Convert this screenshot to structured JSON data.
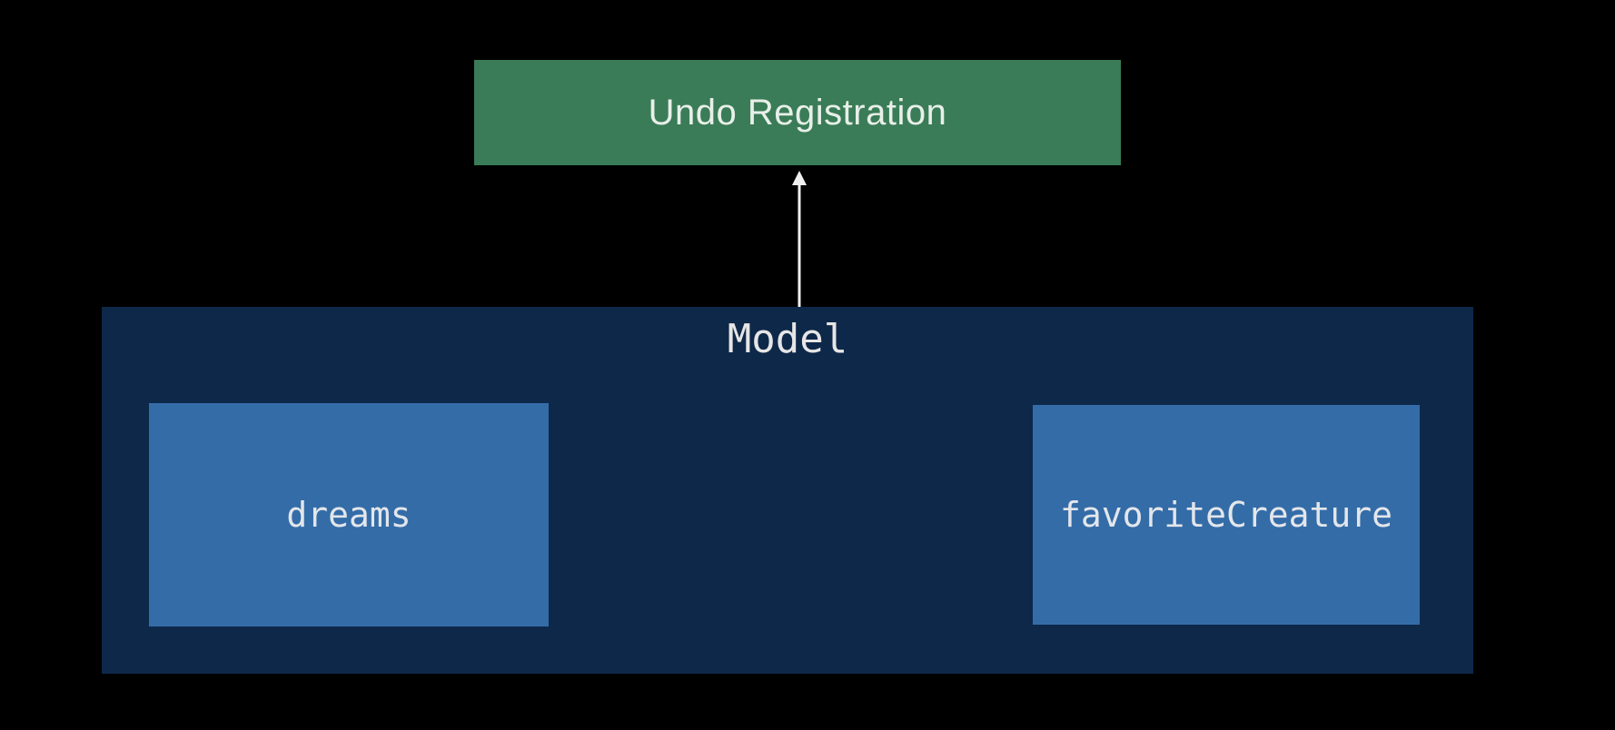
{
  "diagram": {
    "undo_registration": {
      "label": "Undo Registration",
      "color": "#3a7c57"
    },
    "model": {
      "label": "Model",
      "color": "#0e2849",
      "properties": [
        {
          "label": "dreams",
          "color": "#346ca8"
        },
        {
          "label": "favoriteCreature",
          "color": "#346ca8"
        }
      ]
    },
    "edges": [
      {
        "from": "Model",
        "to": "Undo Registration",
        "style": "arrow",
        "color": "#f0f0f0"
      }
    ]
  }
}
